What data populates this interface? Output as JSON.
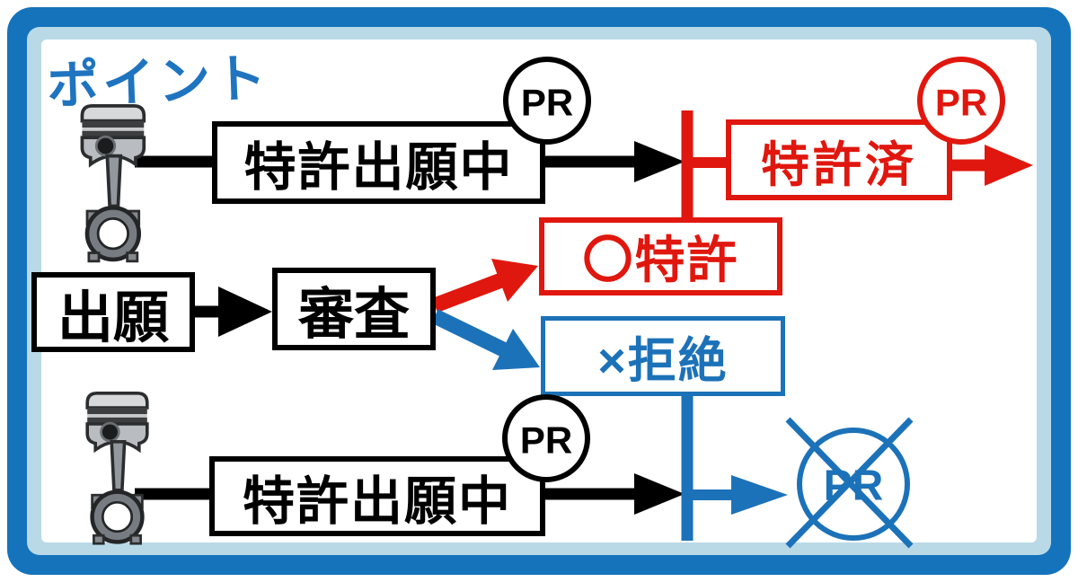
{
  "title": {
    "text": "ポイント"
  },
  "colors": {
    "red": "#e0170e",
    "blue": "#1c72b8",
    "black": "#000000",
    "frame_outer_blue": "#1573bb",
    "frame_band_blue": "#b9d9e7",
    "title_blue": "#1f74c0"
  },
  "flows": {
    "top": {
      "pending_label": "特許出願中",
      "pending_badge": "PR",
      "patented_label": "特許済",
      "patented_badge": "PR"
    },
    "middle": {
      "application_label": "出願",
      "examination_label": "審査",
      "grant_label": "〇特許",
      "reject_label": "×拒絶"
    },
    "bottom": {
      "pending_label": "特許出願中",
      "pending_badge": "PR",
      "revoked_badge": "PR"
    }
  },
  "icons": {
    "top_left": "piston-icon",
    "bottom_left": "piston-icon"
  }
}
